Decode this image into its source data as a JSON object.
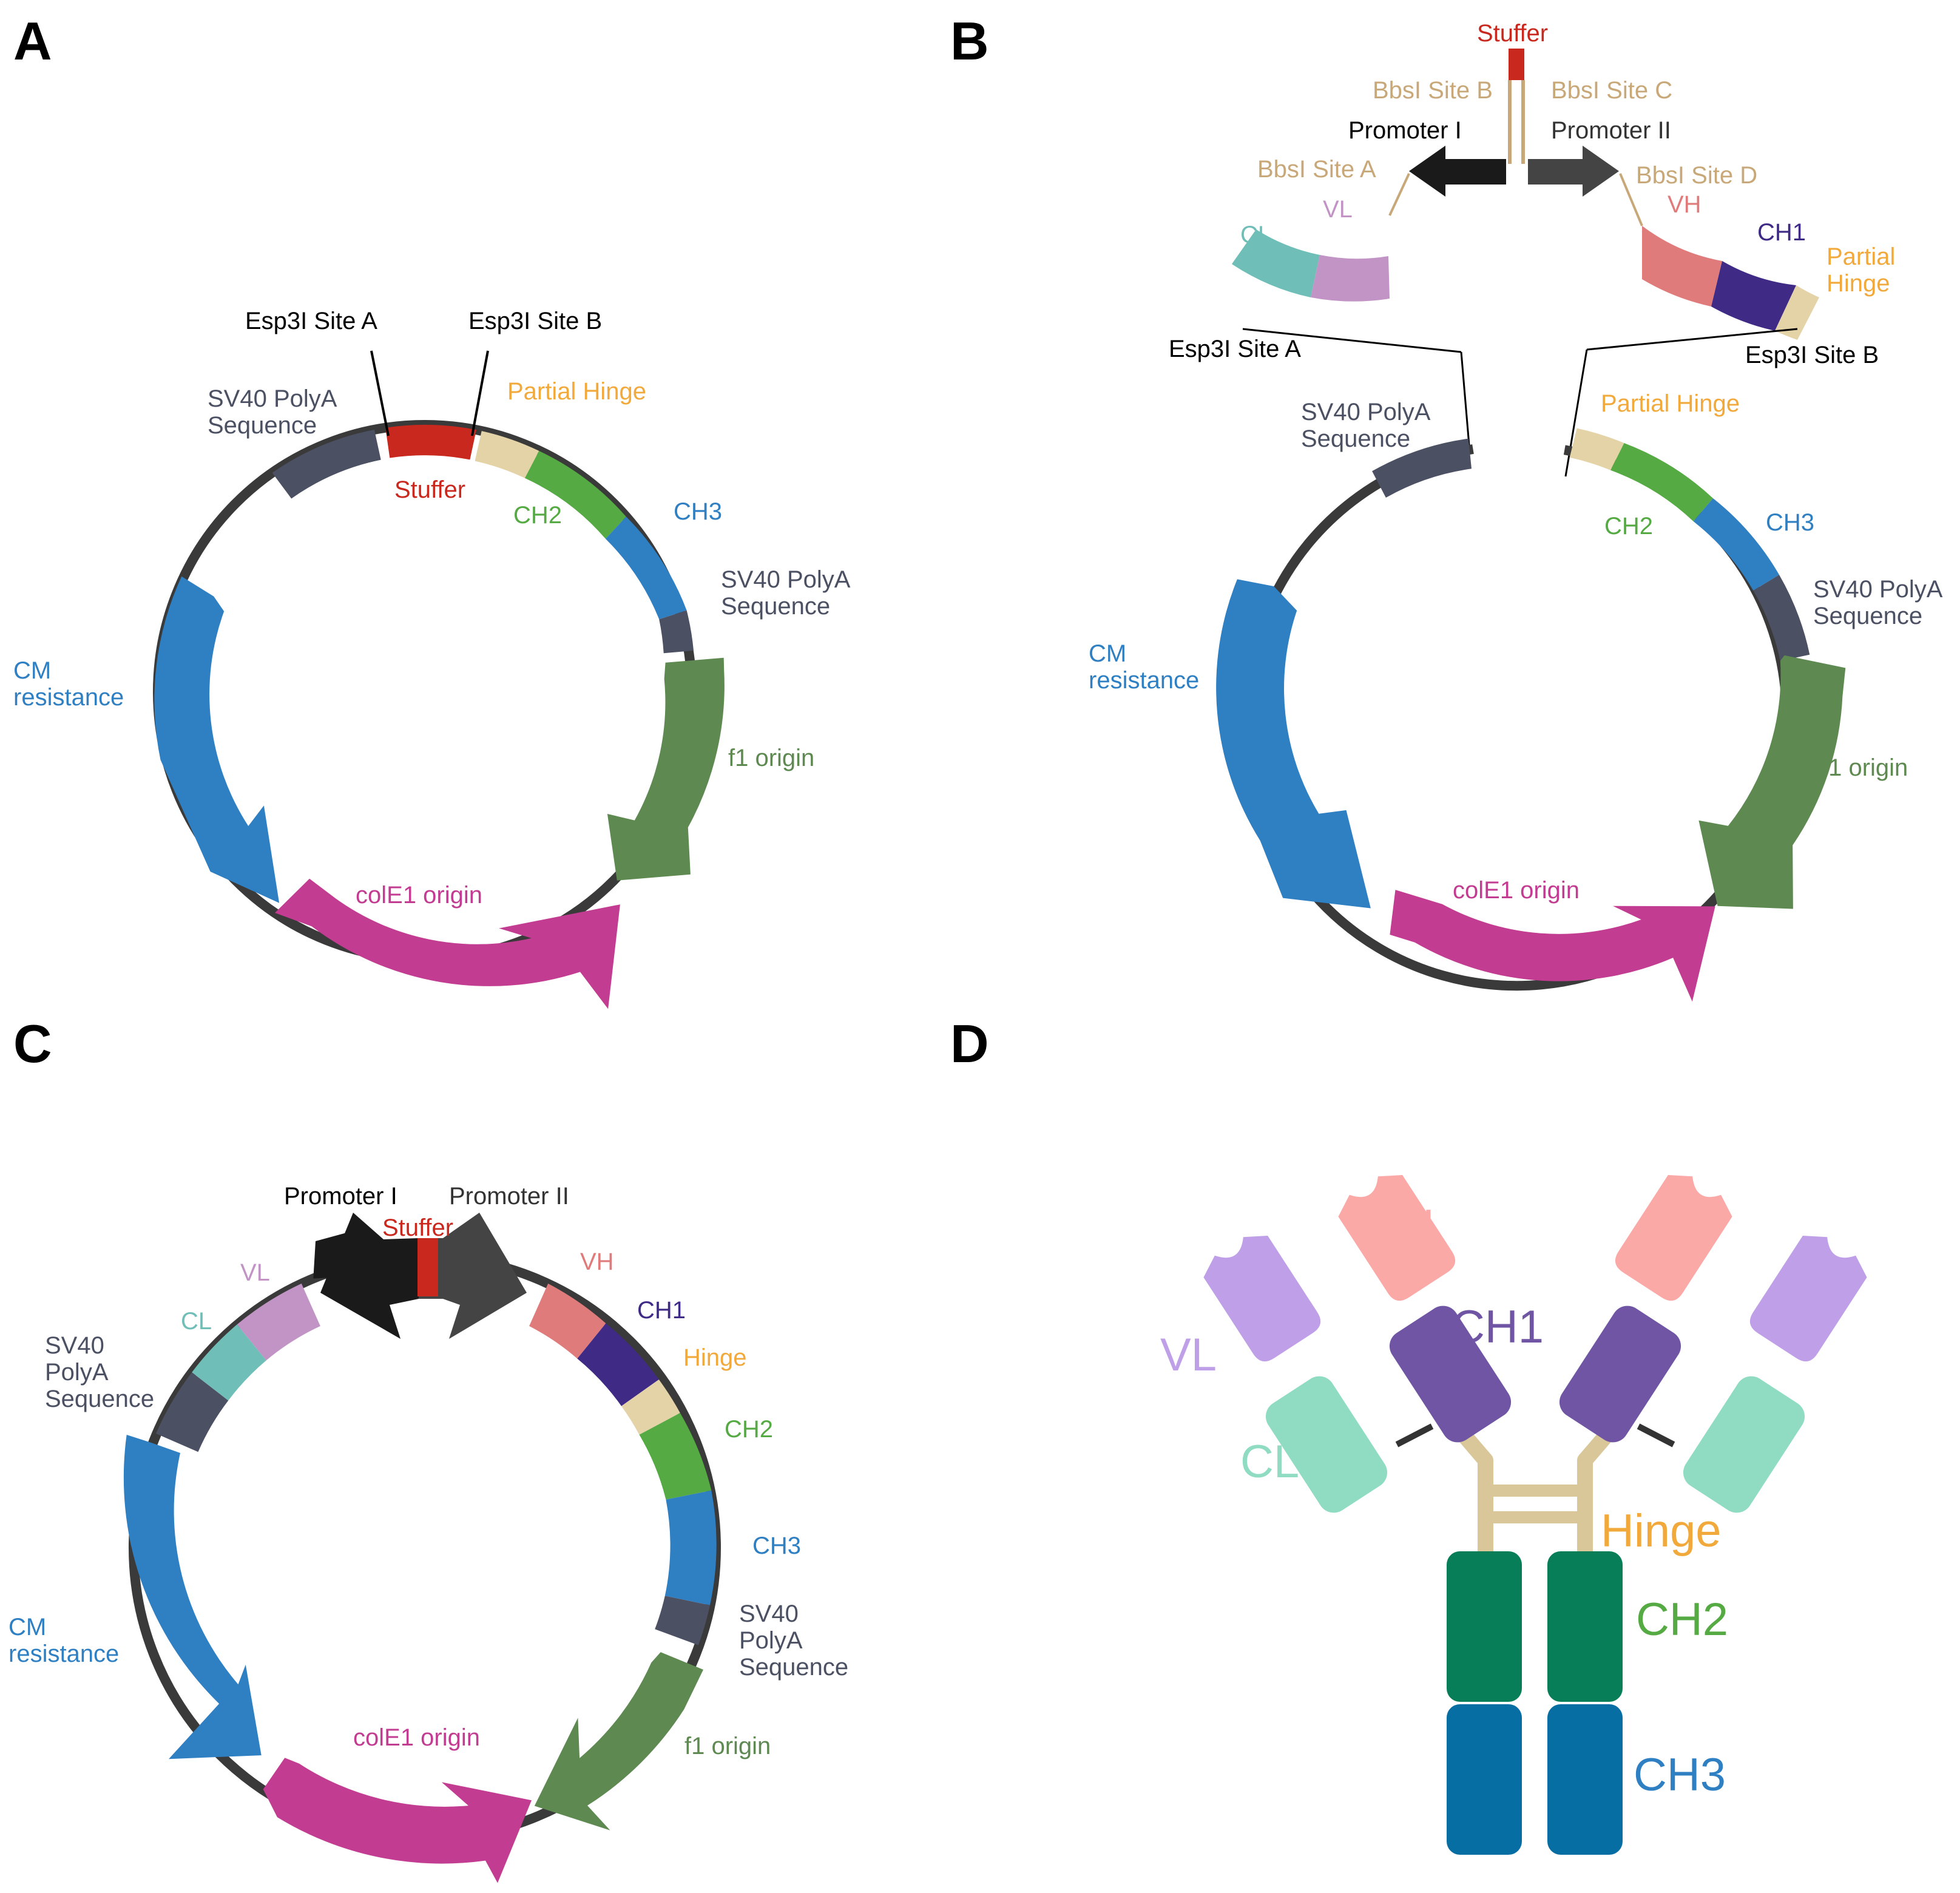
{
  "panels": {
    "a": {
      "letter": "A",
      "esp3i_site_a": "Esp3I Site A",
      "esp3i_site_b": "Esp3I Site B",
      "sv40_left": [
        "SV40 PolyA",
        "Sequence"
      ],
      "stuffer": "Stuffer",
      "partial_hinge": "Partial Hinge",
      "ch2": "CH2",
      "ch3": "CH3",
      "sv40_right": [
        "SV40 PolyA",
        "Sequence"
      ],
      "cm_resistance": [
        "CM",
        "resistance"
      ],
      "f1_origin": "f1 origin",
      "cole1_origin": "colE1 origin"
    },
    "b": {
      "letter": "B",
      "stuffer": "Stuffer",
      "bbsi_site_a": "BbsI Site A",
      "bbsi_site_b": "BbsI Site B",
      "bbsi_site_c": "BbsI Site C",
      "bbsi_site_d": "BbsI Site D",
      "promoter_1": "Promoter I",
      "promoter_2": "Promoter II",
      "cl": "CL",
      "vl": "VL",
      "vh": "VH",
      "ch1": "CH1",
      "partial_hinge_insert": [
        "Partial",
        "Hinge"
      ],
      "esp3i_site_a": "Esp3I Site A",
      "esp3i_site_b": "Esp3I Site B",
      "sv40_left": [
        "SV40 PolyA",
        "Sequence"
      ],
      "partial_hinge": "Partial Hinge",
      "ch2": "CH2",
      "ch3": "CH3",
      "sv40_right": [
        "SV40 PolyA",
        "Sequence"
      ],
      "cm_resistance": [
        "CM",
        "resistance"
      ],
      "f1_origin": "f1 origin",
      "cole1_origin": "colE1 origin"
    },
    "c": {
      "letter": "C",
      "promoter_1": "Promoter I",
      "promoter_2": "Promoter II",
      "stuffer": "Stuffer",
      "vl": "VL",
      "cl": "CL",
      "vh": "VH",
      "ch1": "CH1",
      "hinge": "Hinge",
      "ch2": "CH2",
      "ch3": "CH3",
      "sv40_left": [
        "SV40",
        "PolyA",
        "Sequence"
      ],
      "sv40_right": [
        "SV40",
        "PolyA",
        "Sequence"
      ],
      "cm_resistance": [
        "CM",
        "resistance"
      ],
      "f1_origin": "f1 origin",
      "cole1_origin": "colE1 origin"
    },
    "d": {
      "letter": "D",
      "vh": "VH",
      "ch1": "CH1",
      "vl": "VL",
      "cl": "CL",
      "hinge": "Hinge",
      "ch2": "CH2",
      "ch3": "CH3"
    }
  },
  "colors": {
    "backbone": "#3a3a3a",
    "sv40": "#4c5063",
    "stuffer": "#c8281e",
    "partial_hinge": "#e5d3a8",
    "ch2_plasmid": "#56aa44",
    "ch3_plasmid": "#2f7fc3",
    "f1_origin": "#5e8a52",
    "cm_resistance": "#2f7fc3",
    "cole1_origin": "#c23c91",
    "vl": "#c294c6",
    "cl": "#6fbfb8",
    "vh": "#e07b7b",
    "ch1": "#3f2a86",
    "promoter_1": "#1a1a1a",
    "promoter_2": "#444444",
    "bbsi": "#c8a878",
    "hinge_label": "#f2a93b",
    "ab_vh": "#fba9a7",
    "ab_vl": "#bfa0e8",
    "ab_ch1": "#6f55a3",
    "ab_cl": "#8fdcc3",
    "ab_hinge": "#d9c79a",
    "ab_ch2": "#077e58",
    "ab_ch3": "#076ea4"
  }
}
